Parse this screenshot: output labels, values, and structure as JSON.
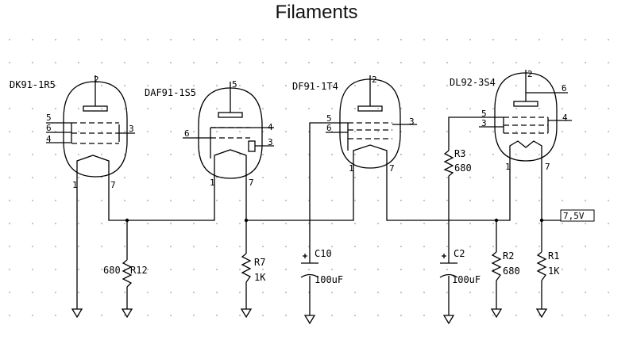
{
  "title": "Filaments",
  "tubes": [
    {
      "name": "DK91-1R5",
      "pins": [
        "2",
        "5",
        "6",
        "4",
        "3",
        "1",
        "7"
      ]
    },
    {
      "name": "DAF91-1S5",
      "pins": [
        "5",
        "6",
        "4",
        "3",
        "1",
        "7"
      ]
    },
    {
      "name": "DF91-1T4",
      "pins": [
        "2",
        "5",
        "6",
        "3",
        "1",
        "7"
      ]
    },
    {
      "name": "DL92-3S4",
      "pins": [
        "2",
        "6",
        "5",
        "3",
        "4",
        "1",
        "7"
      ]
    }
  ],
  "components": [
    {
      "ref": "R12",
      "value": "680"
    },
    {
      "ref": "R7",
      "value": "1K"
    },
    {
      "ref": "C10",
      "value": "100uF"
    },
    {
      "ref": "R3",
      "value": "680"
    },
    {
      "ref": "C2",
      "value": "100uF"
    },
    {
      "ref": "R2",
      "value": "680"
    },
    {
      "ref": "R1",
      "value": "1K"
    }
  ],
  "net_label": "7,5V"
}
